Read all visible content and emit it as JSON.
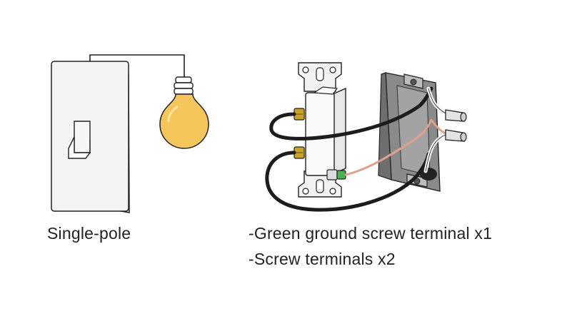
{
  "left_caption": "Single-pole",
  "right_captions": [
    "-Green ground screw terminal x1",
    "-Screw terminals x2"
  ],
  "icons": [
    "light-switch-plate-icon",
    "light-bulb-icon",
    "outlet-switch-icon",
    "junction-box-icon",
    "wire-connector-icon"
  ],
  "colors": {
    "bulb": "#F5C65A",
    "brass_screw": "#C9A227",
    "ground_screw": "#4CAF50",
    "copper_wire": "#E0A08A",
    "outline": "#222222"
  }
}
